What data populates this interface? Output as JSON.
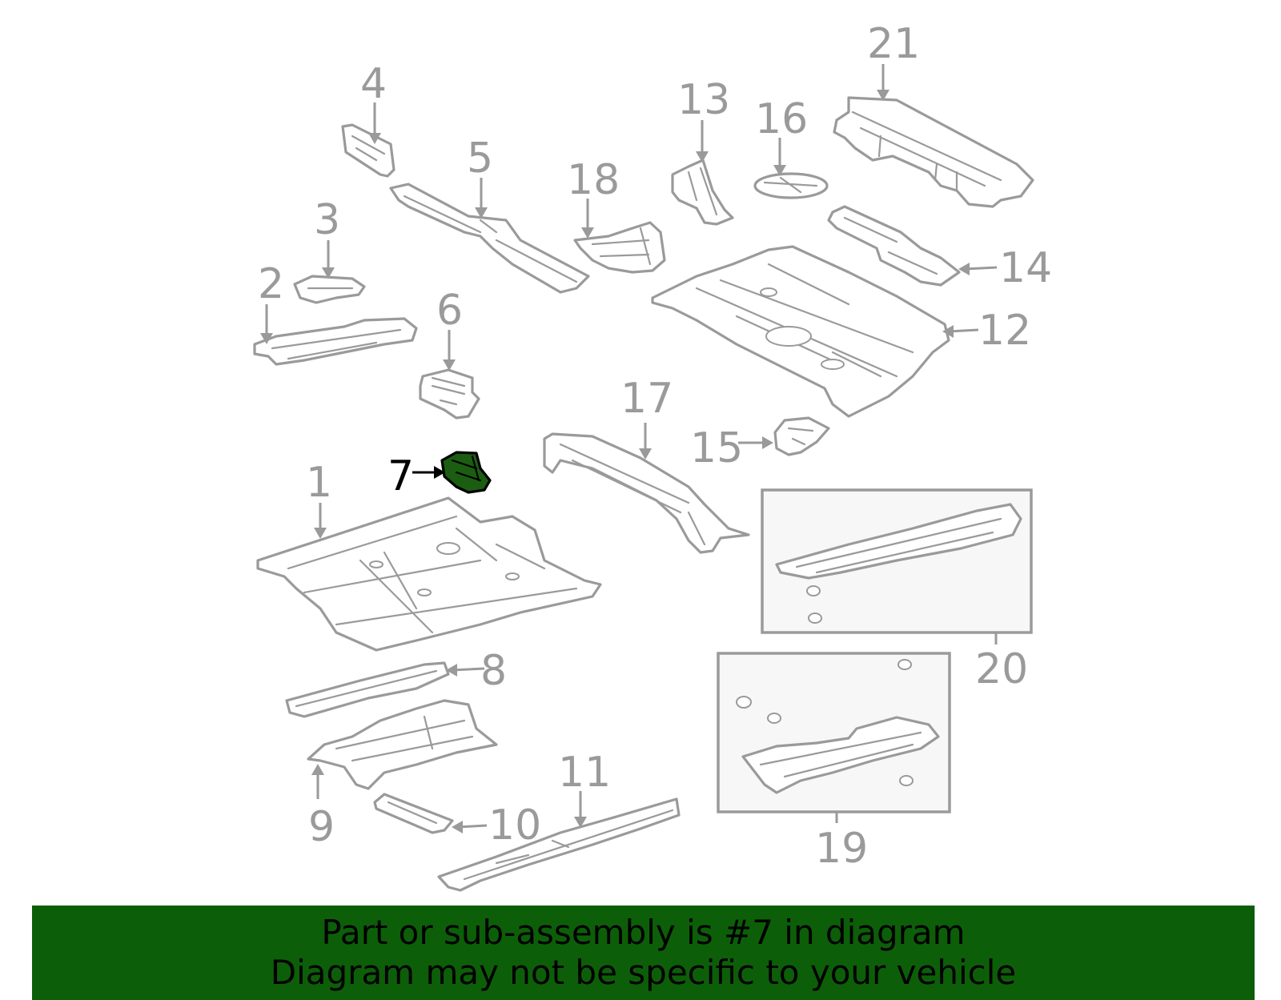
{
  "diagram": {
    "highlight_color": "#1b5e12",
    "line_color": "#9a9a9a",
    "selected_part": "7",
    "callouts": [
      {
        "id": "1",
        "label": "1"
      },
      {
        "id": "2",
        "label": "2"
      },
      {
        "id": "3",
        "label": "3"
      },
      {
        "id": "4",
        "label": "4"
      },
      {
        "id": "5",
        "label": "5"
      },
      {
        "id": "6",
        "label": "6"
      },
      {
        "id": "7",
        "label": "7"
      },
      {
        "id": "8",
        "label": "8"
      },
      {
        "id": "9",
        "label": "9"
      },
      {
        "id": "10",
        "label": "10"
      },
      {
        "id": "11",
        "label": "11"
      },
      {
        "id": "12",
        "label": "12"
      },
      {
        "id": "13",
        "label": "13"
      },
      {
        "id": "14",
        "label": "14"
      },
      {
        "id": "15",
        "label": "15"
      },
      {
        "id": "16",
        "label": "16"
      },
      {
        "id": "17",
        "label": "17"
      },
      {
        "id": "18",
        "label": "18"
      },
      {
        "id": "19",
        "label": "19"
      },
      {
        "id": "20",
        "label": "20"
      },
      {
        "id": "21",
        "label": "21"
      }
    ]
  },
  "footer": {
    "background": "#0d5e08",
    "line1": "Part or sub-assembly is #7 in diagram",
    "line2": "Diagram may not be specific to your vehicle"
  }
}
